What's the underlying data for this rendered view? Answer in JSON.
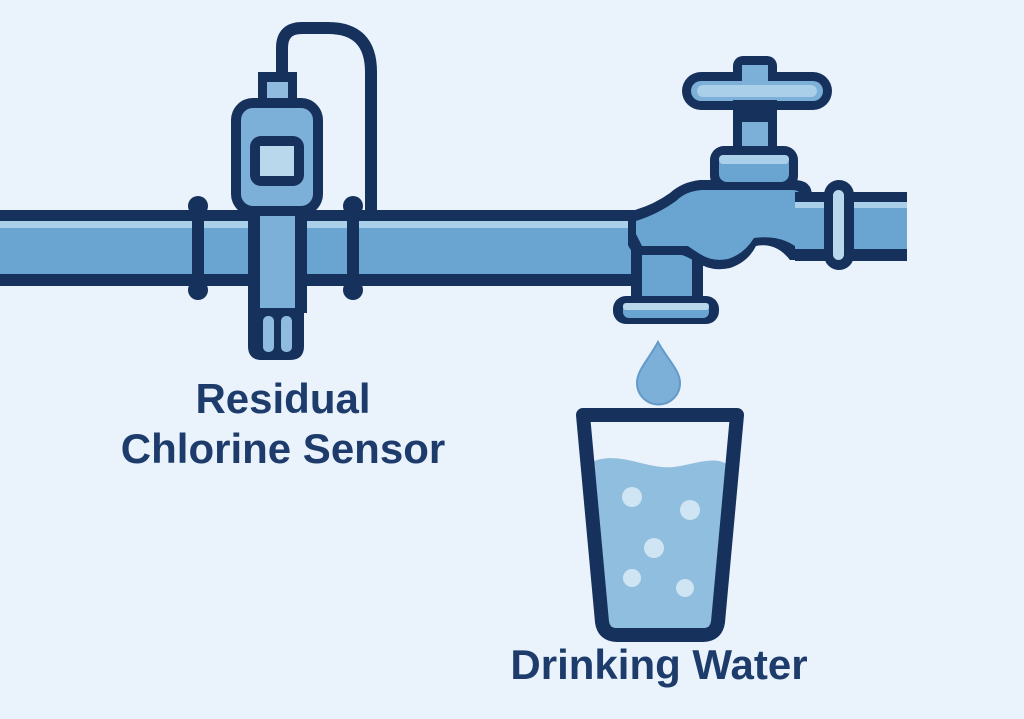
{
  "title": "Residual Chlorine Sensor on drinking water pipe illustration",
  "labels": {
    "sensor_line1": "Residual",
    "sensor_line2": "Chlorine Sensor",
    "glass": "Drinking Water"
  },
  "colors": {
    "bg": "#eaf2fb",
    "outline": "#16315c",
    "pipe_fill": "#6aa5d2",
    "device_fill": "#7cb0d8",
    "highlight": "#a9cfe9",
    "screen_light": "#b9d8ec",
    "mid_light": "#8fbcde",
    "water": "#8fbede",
    "bubble": "#cfe5f3",
    "drop": "#7cb0d9",
    "drop_edge": "#649ac9",
    "text": "#1d3c6b"
  },
  "illustration": {
    "parts": [
      "water-pipe",
      "tee-fitting",
      "chlorine-sensor-device",
      "sensor-display",
      "sensor-probe",
      "sensor-cable",
      "faucet",
      "faucet-handle",
      "pipe-coupling",
      "water-drop",
      "glass-of-water",
      "bubbles"
    ]
  }
}
